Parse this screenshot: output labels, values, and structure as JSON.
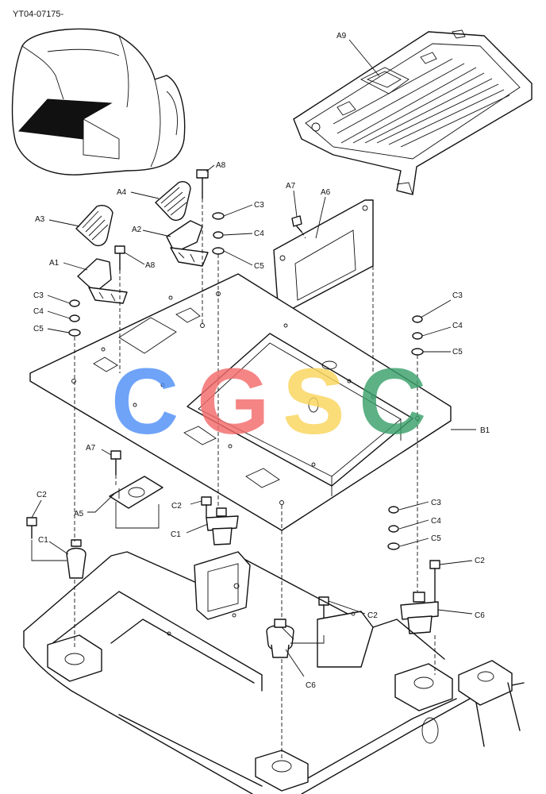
{
  "drawing_code": "YT04-07175-",
  "watermark": {
    "letters": [
      {
        "char": "C",
        "color": "#4f8ff7"
      },
      {
        "char": "G",
        "color": "#f46b6b"
      },
      {
        "char": "S",
        "color": "#fad55c"
      },
      {
        "char": "C",
        "color": "#3aa06b"
      }
    ]
  },
  "labels": {
    "a1": "A1",
    "a2": "A2",
    "a3": "A3",
    "a4": "A4",
    "a5": "A5",
    "a6": "A6",
    "a7_top": "A7",
    "a7_left": "A7",
    "a8_top": "A8",
    "a8_mid": "A8",
    "a9": "A9",
    "b1": "B1",
    "c1_left": "C1",
    "c1_mid": "C1",
    "c2_left": "C2",
    "c2_mid": "C2",
    "c2_right": "C2",
    "c2_low": "C2",
    "c3_a": "C3",
    "c3_b": "C3",
    "c3_c": "C3",
    "c3_d": "C3",
    "c4_a": "C4",
    "c4_b": "C4",
    "c4_c": "C4",
    "c4_d": "C4",
    "c5_a": "C5",
    "c5_b": "C5",
    "c5_c": "C5",
    "c5_d": "C5",
    "c6_right": "C6",
    "c6_low": "C6"
  }
}
